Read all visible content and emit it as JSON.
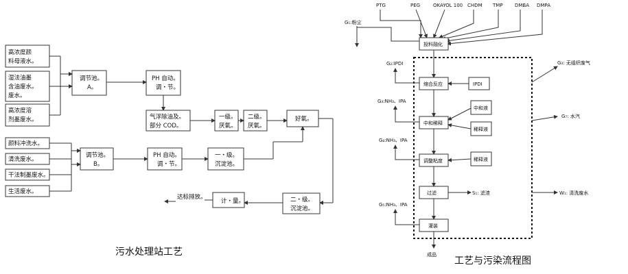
{
  "left": {
    "caption": "污水处理站工艺",
    "inputs_top": [
      [
        "高浓度颜",
        "料母液水。"
      ],
      [
        "湿法油墨",
        "含油废水。",
        "废水。"
      ],
      [
        "高浓度溶",
        "剂墨废水。"
      ]
    ],
    "inputs_bottom": [
      "颜料冲洗水。",
      "清洗废水。",
      "干法制墨废水。",
      "生活废水。"
    ],
    "tank_a": [
      "调节池。",
      "A。"
    ],
    "ph1": [
      "PH 自动。",
      "调・节。"
    ],
    "float": [
      "气浮除油及。",
      "部分 COD。"
    ],
    "anox1": [
      "一级。",
      "厌氧。"
    ],
    "anox2": [
      "二级。",
      "厌氧。"
    ],
    "aerobic": "好氧。",
    "tank_b": [
      "调节池。",
      "B。"
    ],
    "ph2": [
      "PH 自动。",
      "调・节。"
    ],
    "settle1": [
      "一・级。",
      "沉淀池。"
    ],
    "settle2": [
      "二・级。",
      "沉淀池。"
    ],
    "meter": "计・量。",
    "discharge": "达标排放。"
  },
  "right": {
    "caption": "工艺与污染流程图",
    "materials": [
      "PTG",
      "PEG",
      "OKAYOL 100",
      "CHDM",
      "TMP",
      "DMBA",
      "DMPA"
    ],
    "g1": "G₁:粉尘",
    "feed": "投料融化",
    "g2": "G₂:IPDI",
    "g3_right": "G₃: 无组织废气",
    "condense": "缩合反应",
    "ipdi": "IPDI",
    "g3_left": "G₃:NH₃、IPA",
    "neutralize": "中和稀释",
    "neutral_agent": "中和液",
    "diluent1": "稀释液",
    "g_water": "G₇: 水汽",
    "g4": "G₄:NH₃、IPA",
    "viscosity": "调整粘度",
    "diluent2": "稀释液",
    "filter": "过滤",
    "s1": "S₁: 滤渣",
    "w1": "W₁: 清洗废水",
    "g5": "G₅:NH₃、IPA",
    "package": "灌装",
    "product": "成品"
  }
}
